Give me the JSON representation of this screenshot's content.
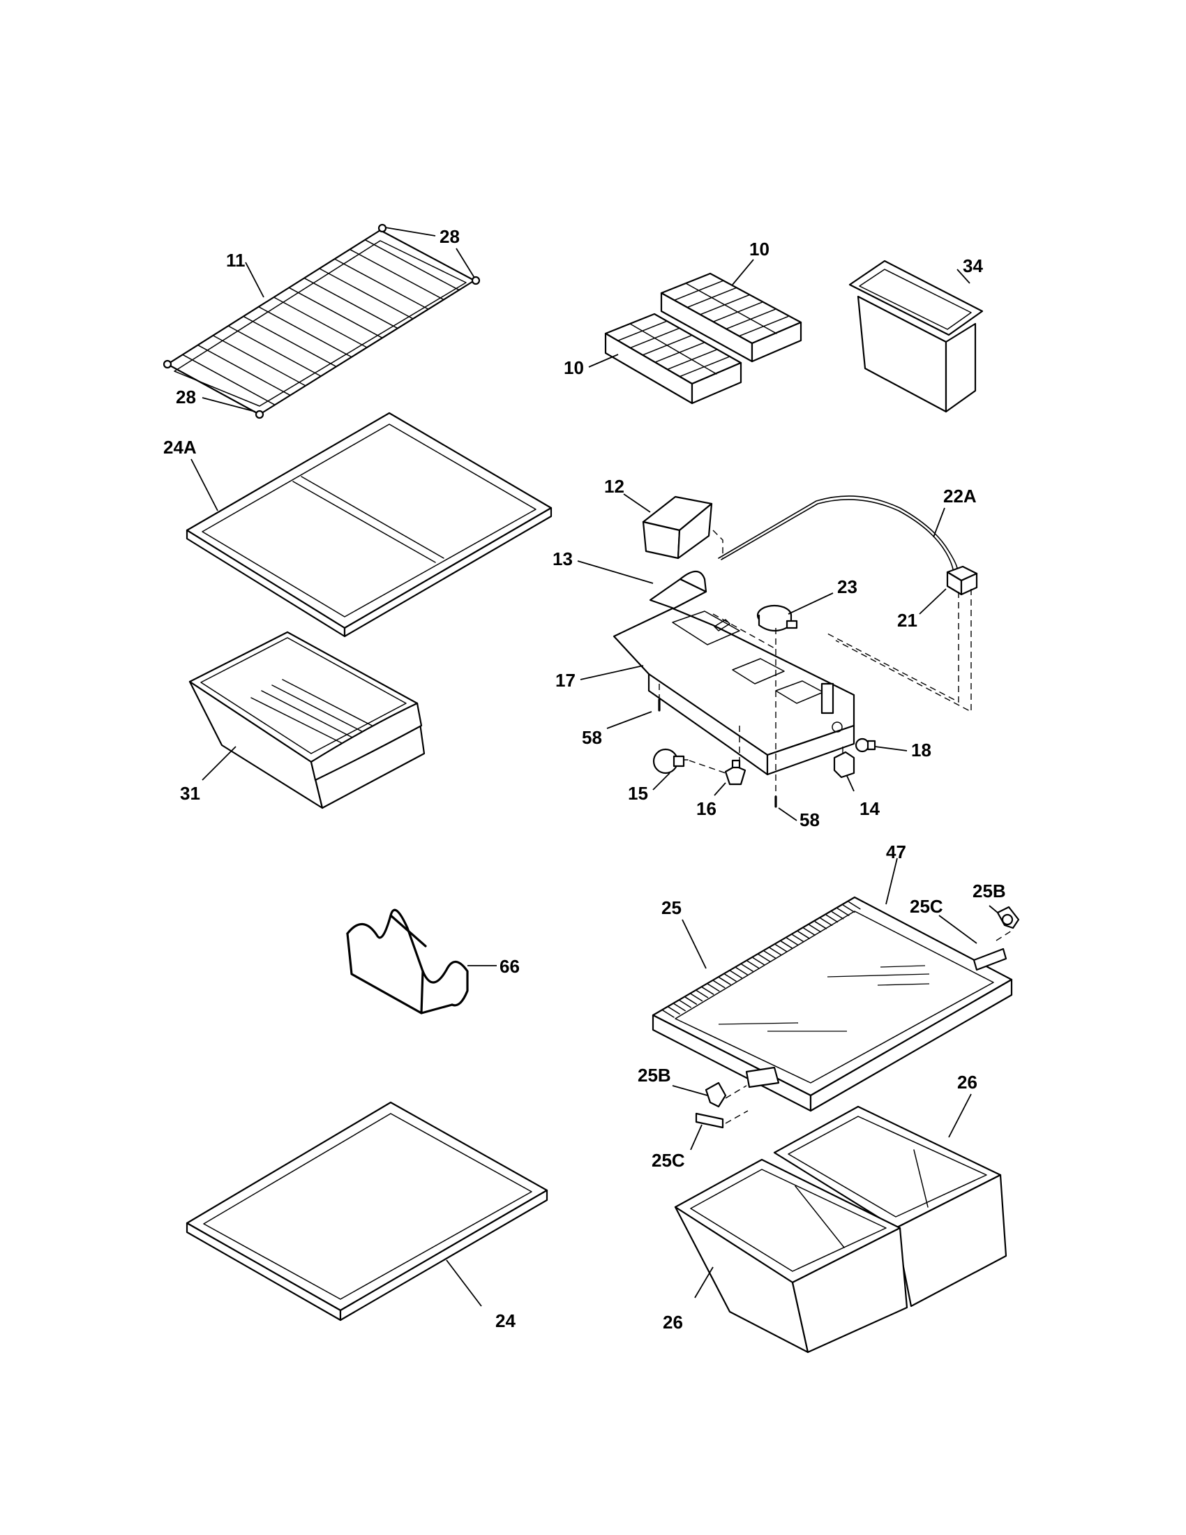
{
  "diagram": {
    "type": "exploded-parts-view",
    "colors": {
      "line": "#000000",
      "background": "#ffffff"
    },
    "callouts": {
      "c28a": "28",
      "c11": "11",
      "c28b": "28",
      "c10a": "10",
      "c10b": "10",
      "c34": "34",
      "c24A": "24A",
      "c12": "12",
      "c22A": "22A",
      "c13": "13",
      "c23": "23",
      "c21": "21",
      "c17": "17",
      "c58a": "58",
      "c18": "18",
      "c15": "15",
      "c16": "16",
      "c58b": "58",
      "c14": "14",
      "c31": "31",
      "c47": "47",
      "c25": "25",
      "c25Ca": "25C",
      "c25Ba": "25B",
      "c66": "66",
      "c25Bb": "25B",
      "c26a": "26",
      "c25Cb": "25C",
      "c24": "24",
      "c26b": "26"
    }
  }
}
